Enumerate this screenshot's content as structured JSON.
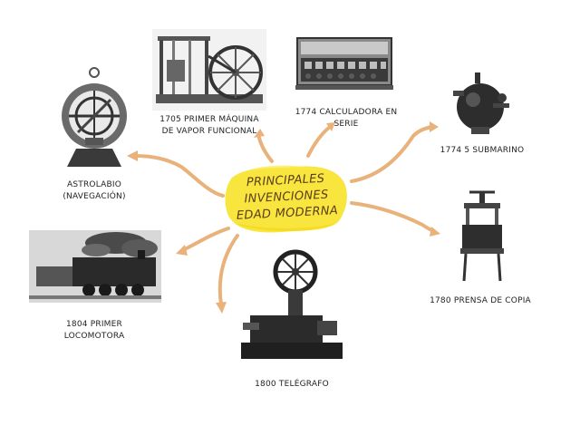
{
  "center": {
    "lines": [
      "PRINCIPALES",
      "INVENCIONES",
      "EDAD MODERNA"
    ]
  },
  "colors": {
    "arrow": "#e8b27a",
    "highlight": "#f7e11b",
    "title_text": "#5a3d1e"
  },
  "nodes": [
    {
      "id": "maquina-vapor",
      "icon": "steam-engine-icon",
      "lines": [
        "1705 PRIMER MÁQUINA",
        "DE VAPOR FUNCIONAL"
      ]
    },
    {
      "id": "calculadora",
      "icon": "calculator-icon",
      "lines": [
        "1774 CALCULADORA EN",
        "SERIE"
      ]
    },
    {
      "id": "submarino",
      "icon": "submarine-icon",
      "lines": [
        "1774 5 SUBMARINO"
      ]
    },
    {
      "id": "astrolabio",
      "icon": "astrolabe-icon",
      "lines": [
        "ASTROLABIO",
        "(NAVEGACIÓN)"
      ]
    },
    {
      "id": "prensa",
      "icon": "copy-press-icon",
      "lines": [
        "1780 PRENSA DE COPIA"
      ]
    },
    {
      "id": "locomotora",
      "icon": "locomotive-icon",
      "lines": [
        "1804 PRIMER",
        "LOCOMOTORA"
      ]
    },
    {
      "id": "telegrafo",
      "icon": "telegraph-icon",
      "lines": [
        "1800 TELÉGRAFO"
      ]
    }
  ]
}
